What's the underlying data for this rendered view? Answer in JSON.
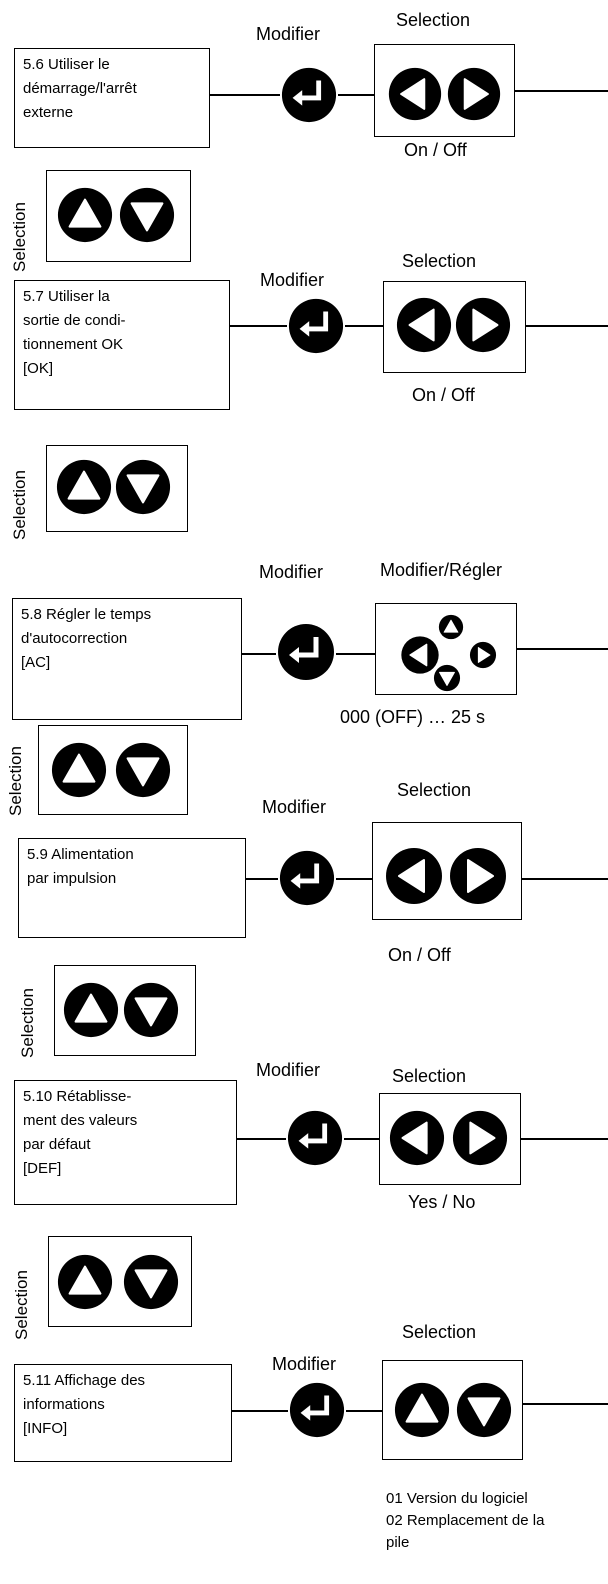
{
  "labels": {
    "modifier": "Modifier",
    "selection": "Selection",
    "modifier_regler": "Modifier/Régler"
  },
  "steps": [
    {
      "id": "5.6",
      "lines": [
        "5.6 Utiliser le",
        "démarrage/l'arrêt",
        "externe"
      ],
      "options": "On / Off",
      "selector": "left-right"
    },
    {
      "id": "5.7",
      "lines": [
        "5.7 Utiliser la",
        "sortie de condi-",
        "tionnement OK",
        "[OK]"
      ],
      "options": "On / Off",
      "selector": "left-right"
    },
    {
      "id": "5.8",
      "lines": [
        "5.8 Régler le temps",
        "d'autocorrection",
        "[AC]"
      ],
      "options": "000 (OFF) … 25 s",
      "selector": "four-way"
    },
    {
      "id": "5.9",
      "lines": [
        "5.9 Alimentation",
        "par impulsion"
      ],
      "options": "On / Off",
      "selector": "left-right"
    },
    {
      "id": "5.10",
      "lines": [
        "5.10 Rétablisse-",
        "ment des valeurs",
        "par défaut",
        "[DEF]"
      ],
      "options": "Yes / No",
      "selector": "left-right"
    },
    {
      "id": "5.11",
      "lines": [
        "5.11 Affichage des",
        "informations",
        "[INFO]"
      ],
      "options": "",
      "selector": "up-down"
    }
  ],
  "info_list": [
    "01 Version du logiciel",
    "02 Remplacement de la",
    "pile"
  ],
  "colors": {
    "button_fill": "#000000",
    "button_glyph": "#ffffff",
    "line": "#000000"
  },
  "icons": {
    "enter": "enter-icon",
    "left": "left-arrow-icon",
    "right": "right-arrow-icon",
    "up": "up-arrow-icon",
    "down": "down-arrow-icon"
  }
}
